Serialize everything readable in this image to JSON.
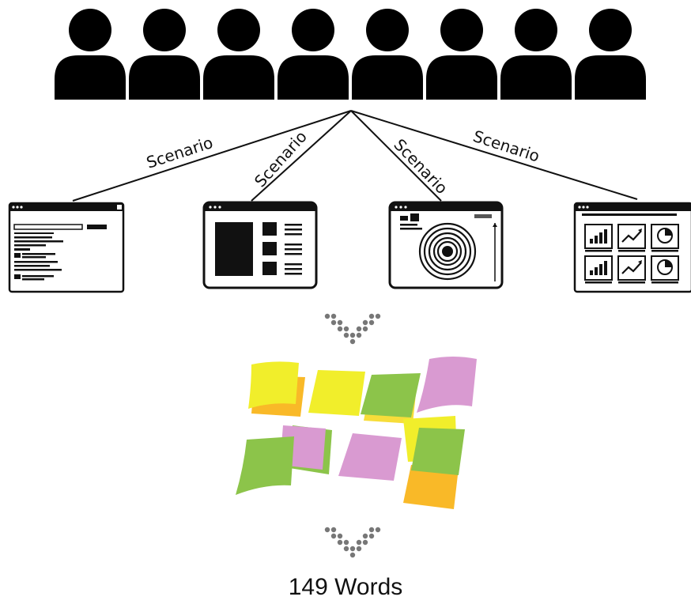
{
  "diagram": {
    "participants_count": 8,
    "scenario_labels": [
      "Scenario",
      "Scenario",
      "Scenario",
      "Scenario"
    ],
    "result_label": "149 Words",
    "screens": [
      {
        "icon": "search-results-page-icon"
      },
      {
        "icon": "product-list-page-icon"
      },
      {
        "icon": "camera-app-icon"
      },
      {
        "icon": "dashboard-charts-icon"
      }
    ],
    "colors": {
      "person": "#000000",
      "note_yellow": "#f1ee2b",
      "note_green": "#8cc44a",
      "note_pink": "#d99ad1",
      "note_orange": "#f9b928",
      "arrow_dots": "#777777"
    }
  }
}
